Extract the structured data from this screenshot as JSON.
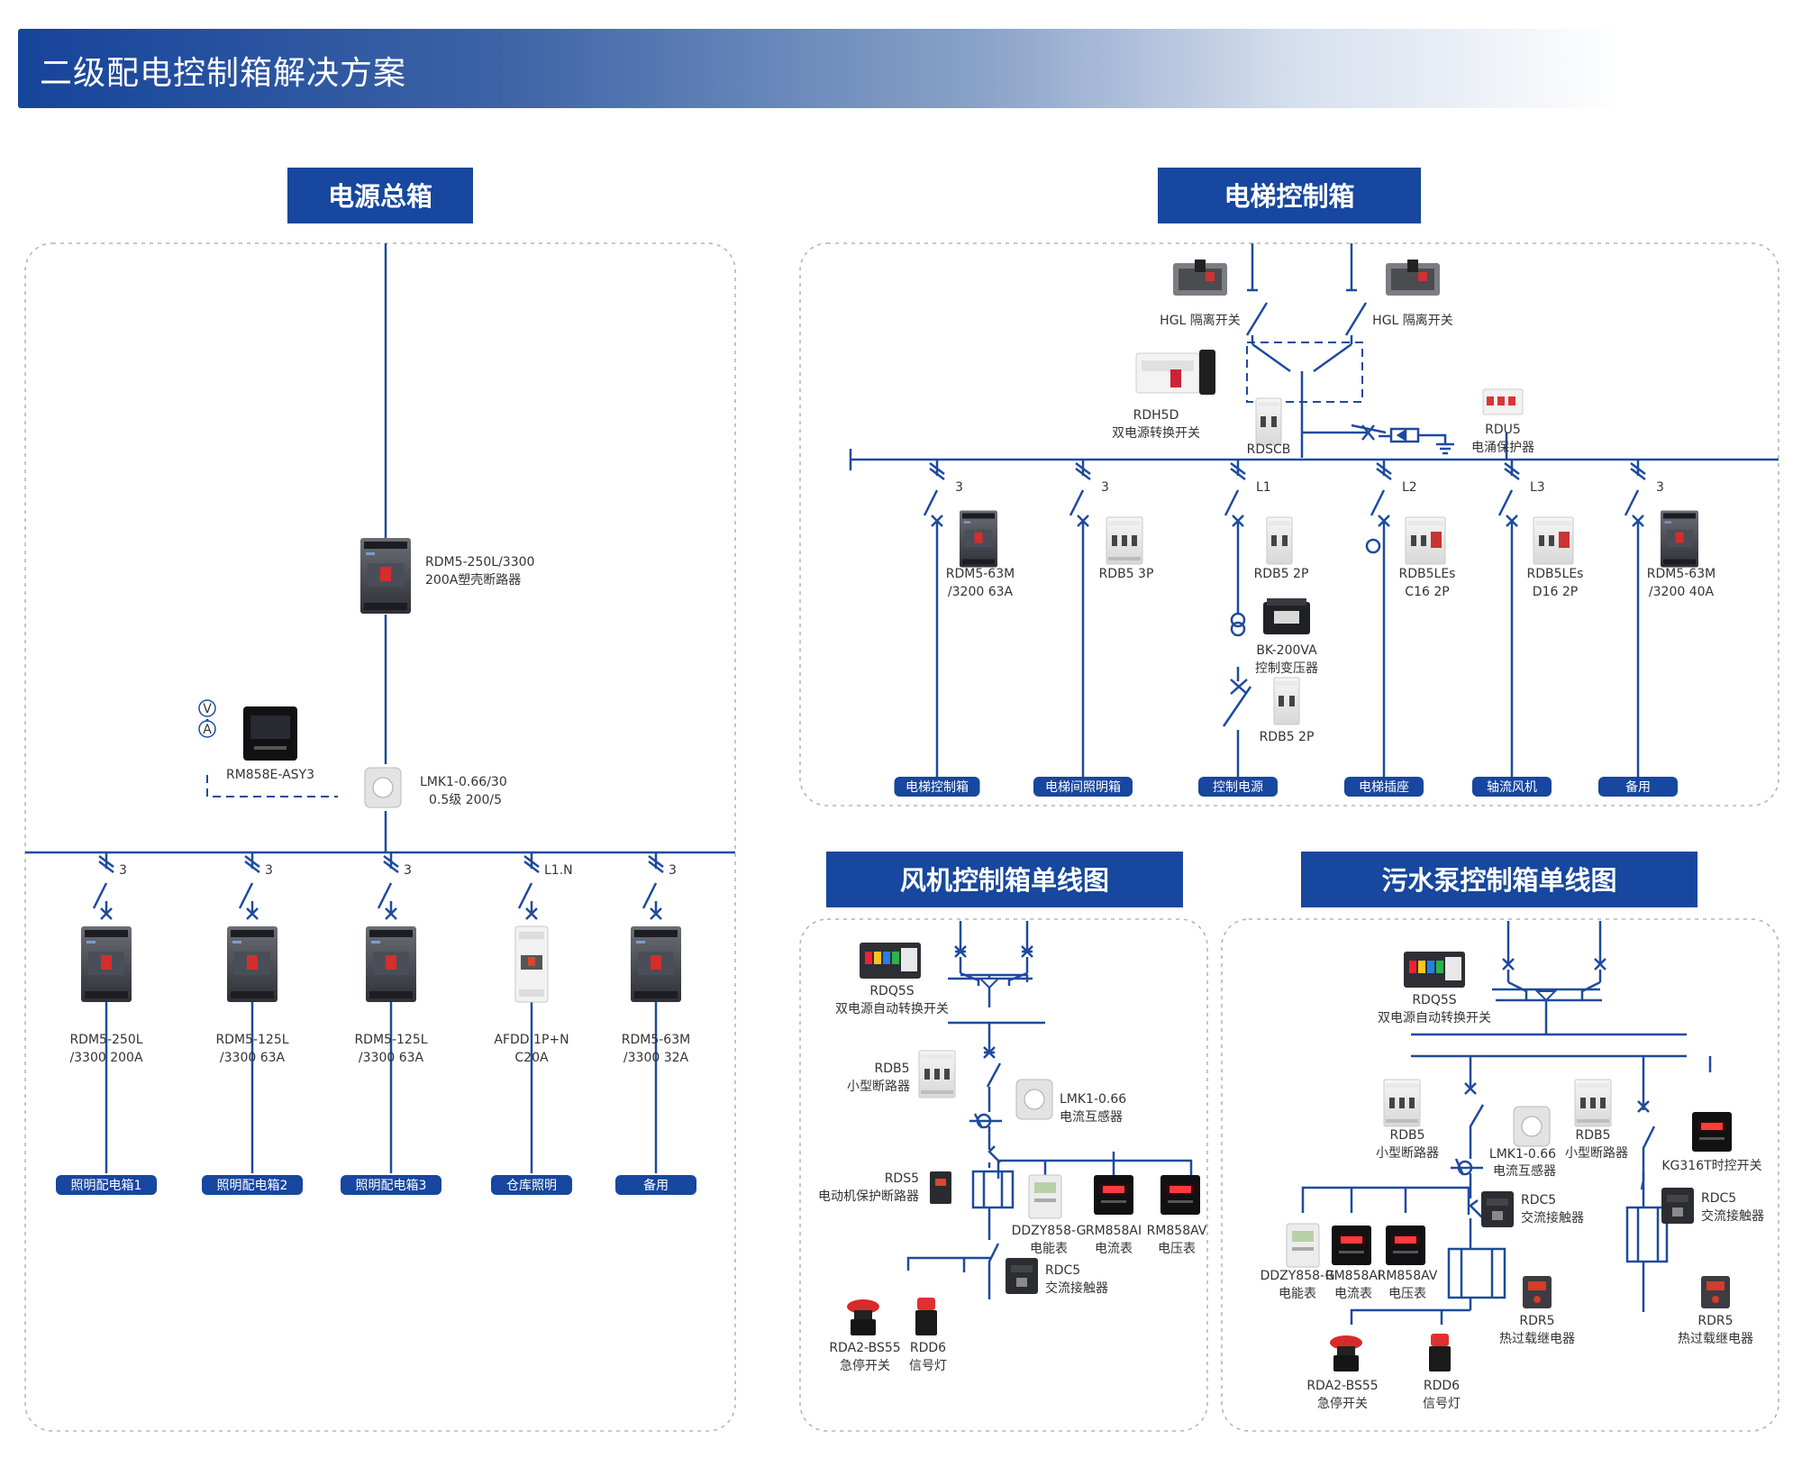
{
  "header": {
    "title": "二级配电控制箱解决方案"
  },
  "colors": {
    "brand": "#17479e",
    "line": "#1e4a9e",
    "dashed_border": "#b5b5b5",
    "white": "#ffffff"
  },
  "sections": {
    "main": {
      "title": "电源总箱",
      "incomer": {
        "model": "RDM5-250L/3300",
        "spec": "200A塑壳断路器"
      },
      "meter": {
        "model": "RM858E-ASY3",
        "v_symbol": "V",
        "a_symbol": "A"
      },
      "ct": {
        "model": "LMK1-0.66/30",
        "spec": "0.5级 200/5"
      },
      "feeders": [
        {
          "poles": "3",
          "model": "RDM5-250L",
          "spec": "/3300 200A",
          "tag": "照明配电箱1",
          "device": "mccb"
        },
        {
          "poles": "3",
          "model": "RDM5-125L",
          "spec": "/3300 63A",
          "tag": "照明配电箱2",
          "device": "mccb"
        },
        {
          "poles": "3",
          "model": "RDM5-125L",
          "spec": "/3300 63A",
          "tag": "照明配电箱3",
          "device": "mccb"
        },
        {
          "poles": "L1.N",
          "model": "AFDD 1P+N",
          "spec": "C20A",
          "tag": "仓库照明",
          "device": "afdd"
        },
        {
          "poles": "3",
          "model": "RDM5-63M",
          "spec": "/3300 32A",
          "tag": "备用",
          "device": "mccb"
        }
      ]
    },
    "elevator": {
      "title": "电梯控制箱",
      "isolator_left": "HGL 隔离开关",
      "isolator_right": "HGL 隔离开关",
      "ats": {
        "model": "RDH5D",
        "desc": "双电源转换开关"
      },
      "rdscb": "RDSCB",
      "spd": {
        "model": "RDU5",
        "desc": "电涌保护器"
      },
      "branches": [
        {
          "poles": "3",
          "line1": "RDM5-63M",
          "line2": "/3200 63A",
          "tag": "电梯控制箱"
        },
        {
          "poles": "3",
          "line1": "RDB5 3P",
          "line2": "",
          "tag": "电梯间照明箱"
        },
        {
          "poles": "L1",
          "line1": "RDB5 2P",
          "line2": "",
          "tag": "控制电源"
        },
        {
          "poles": "L2",
          "line1": "RDB5LEs",
          "line2": "C16 2P",
          "tag": "电梯插座"
        },
        {
          "poles": "L3",
          "line1": "RDB5LEs",
          "line2": "D16 2P",
          "tag": "轴流风机"
        },
        {
          "poles": "3",
          "line1": "RDM5-63M",
          "line2": "/3200 40A",
          "tag": "备用"
        }
      ],
      "transformer": {
        "model": "BK-200VA",
        "desc": "控制变压器"
      },
      "lower_breaker": "RDB5 2P"
    },
    "fan": {
      "title": "风机控制箱单线图",
      "ats": {
        "model": "RDQ5S",
        "desc": "双电源自动转换开关"
      },
      "mcb": {
        "model": "RDB5",
        "desc": "小型断路器"
      },
      "ct": {
        "model": "LMK1-0.66",
        "desc": "电流互感器"
      },
      "mpcb": {
        "model": "RDS5",
        "desc": "电动机保护断路器"
      },
      "meters": [
        {
          "model": "DDZY858-G",
          "desc": "电能表"
        },
        {
          "model": "RM858AI",
          "desc": "电流表"
        },
        {
          "model": "RM858AV",
          "desc": "电压表"
        }
      ],
      "contactor": {
        "model": "RDC5",
        "desc": "交流接触器"
      },
      "estop": {
        "model": "RDA2-BS55",
        "desc": "急停开关"
      },
      "lamp": {
        "model": "RDD6",
        "desc": "信号灯"
      }
    },
    "pump": {
      "title": "污水泵控制箱单线图",
      "ats": {
        "model": "RDQ5S",
        "desc": "双电源自动转换开关"
      },
      "mcb_left": {
        "model": "RDB5",
        "desc": "小型断路器"
      },
      "mcb_right": {
        "model": "RDB5",
        "desc": "小型断路器"
      },
      "ct": {
        "model": "LMK1-0.66",
        "desc": "电流互感器"
      },
      "timer": {
        "model": "KG316T时控开关"
      },
      "contactor_left": {
        "model": "RDC5",
        "desc": "交流接触器"
      },
      "contactor_right": {
        "model": "RDC5",
        "desc": "交流接触器"
      },
      "meters": [
        {
          "model": "DDZY858-G",
          "desc": "电能表"
        },
        {
          "model": "RM858AI",
          "desc": "电流表"
        },
        {
          "model": "RM858AV",
          "desc": "电压表"
        }
      ],
      "relay_left": {
        "model": "RDR5",
        "desc": "热过载继电器"
      },
      "relay_right": {
        "model": "RDR5",
        "desc": "热过载继电器"
      },
      "estop": {
        "model": "RDA2-BS55",
        "desc": "急停开关"
      },
      "lamp": {
        "model": "RDD6",
        "desc": "信号灯"
      }
    }
  }
}
